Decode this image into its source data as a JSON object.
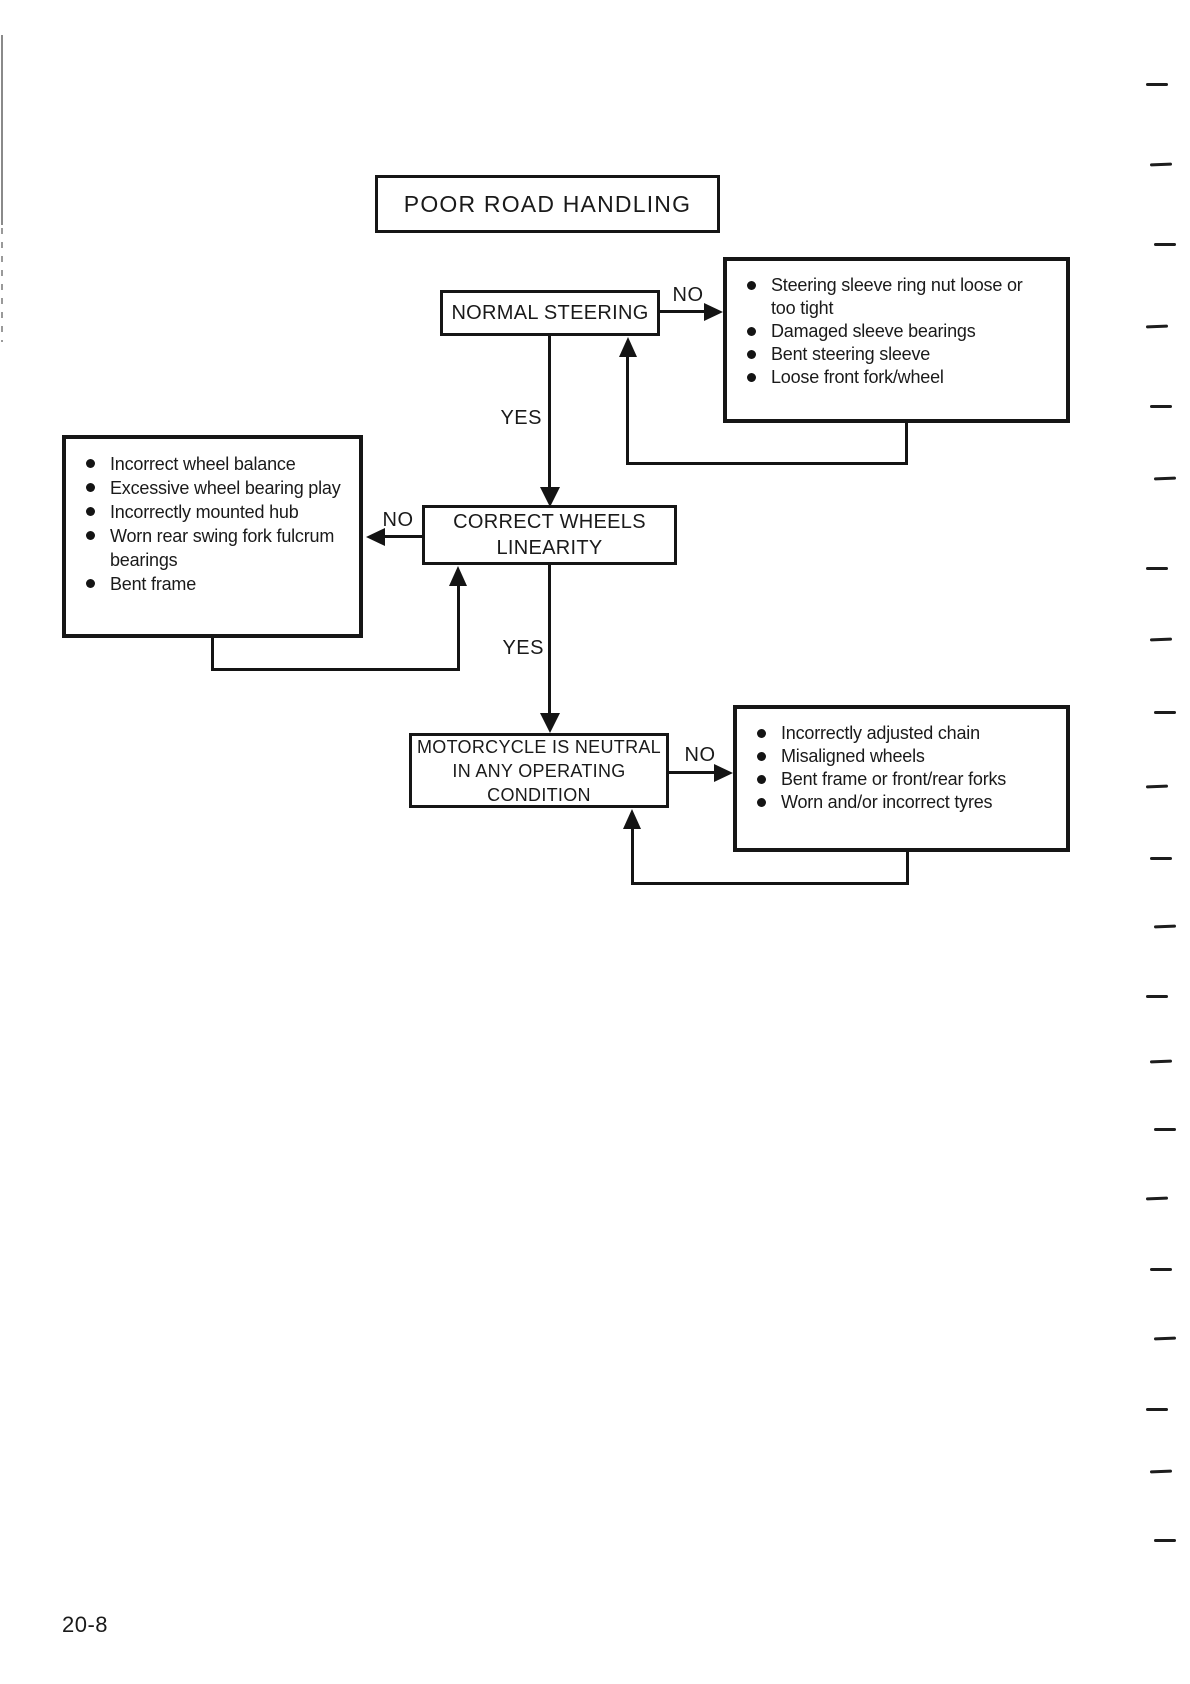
{
  "page": {
    "number": "20-8"
  },
  "flowchart": {
    "title": "POOR ROAD HANDLING",
    "nodes": {
      "normal_steering": {
        "label": "NORMAL STEERING"
      },
      "wheels_linearity": {
        "label": "CORRECT WHEELS\nLINEARITY"
      },
      "neutral": {
        "label": "MOTORCYCLE IS NEUTRAL\nIN ANY OPERATING\nCONDITION"
      }
    },
    "labels": {
      "no1": "NO",
      "yes1": "YES",
      "no2": "NO",
      "yes2": "YES",
      "no3": "NO"
    },
    "cause_boxes": {
      "steering": {
        "items": [
          "Steering sleeve ring nut loose or\ntoo tight",
          "Damaged sleeve bearings",
          "Bent steering sleeve",
          "Loose front fork/wheel"
        ]
      },
      "wheels": {
        "items": [
          "Incorrect wheel balance",
          "Excessive wheel bearing play",
          "Incorrectly mounted hub",
          "Worn rear swing fork fulcrum\nbearings",
          "Bent frame"
        ]
      },
      "neutral": {
        "items": [
          "Incorrectly adjusted chain",
          "Misaligned wheels",
          "Bent frame or front/rear forks",
          "Worn and/or incorrect tyres"
        ]
      }
    }
  },
  "margin_marks": {
    "y_positions": [
      83,
      163,
      243,
      325,
      405,
      477,
      567,
      638,
      711,
      785,
      857,
      925,
      995,
      1060,
      1128,
      1197,
      1268,
      1337,
      1408,
      1470,
      1539
    ]
  }
}
